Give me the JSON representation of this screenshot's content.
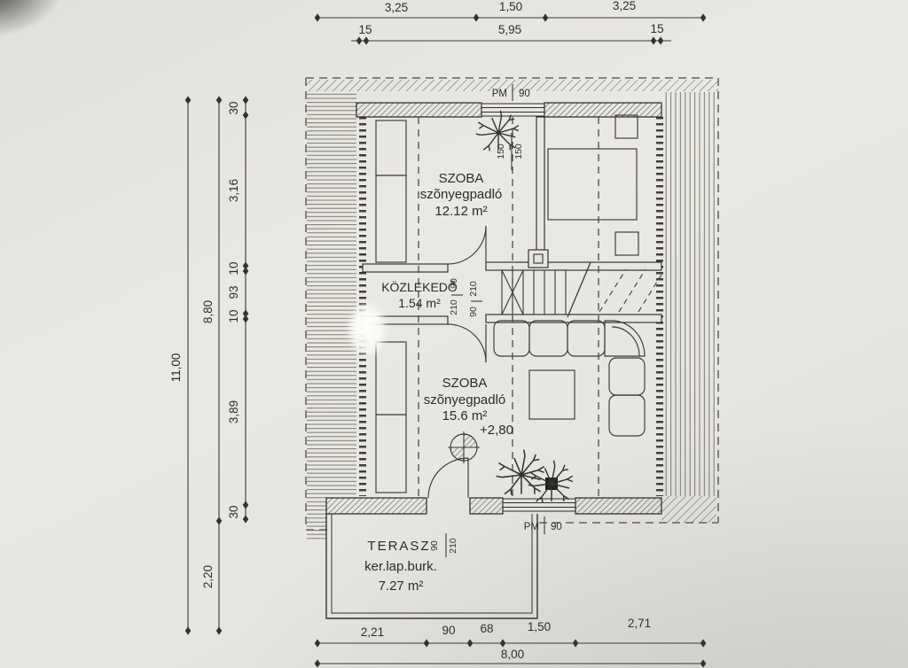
{
  "dimensions": {
    "top_primary": [
      "3,25",
      "1,50",
      "3,25"
    ],
    "top_secondary": [
      "15",
      "5,95",
      "15"
    ],
    "left_total": "11,00",
    "left_secondary": [
      "8,80",
      "2,20"
    ],
    "left_detail": [
      "30",
      "3,16",
      "10",
      "93",
      "10",
      "3,89",
      "30"
    ],
    "bottom_detail": [
      "2,21",
      "90",
      "68",
      "1,50",
      "2,71"
    ],
    "bottom_total": "8,00"
  },
  "rooms": {
    "room_upper": {
      "name": "SZOBA",
      "flooring": "szõnyegpadló",
      "area": "12.12 m²"
    },
    "hallway": {
      "name": "KÖZLEKEDÕ",
      "area": "1.54 m²"
    },
    "room_lower": {
      "name": "SZOBA",
      "flooring": "szõnyegpadló",
      "area": "15.6 m²",
      "level": "+2,80"
    },
    "terrace": {
      "name": "TERASZ",
      "flooring": "ker.lap.burk.",
      "area": "7.27 m²"
    }
  },
  "openings": {
    "window_top": {
      "code": "PM",
      "size": "90"
    },
    "window_bottom": {
      "code": "PM",
      "size": "90"
    },
    "window_side_dims": [
      "150",
      "150"
    ],
    "door_upper": [
      "90",
      "210"
    ],
    "door_lower": [
      "210",
      "90"
    ],
    "door_terrace": [
      "90",
      "210"
    ]
  },
  "colors": {
    "paper": "#e7e5e0",
    "ink": "#3b3a36"
  }
}
